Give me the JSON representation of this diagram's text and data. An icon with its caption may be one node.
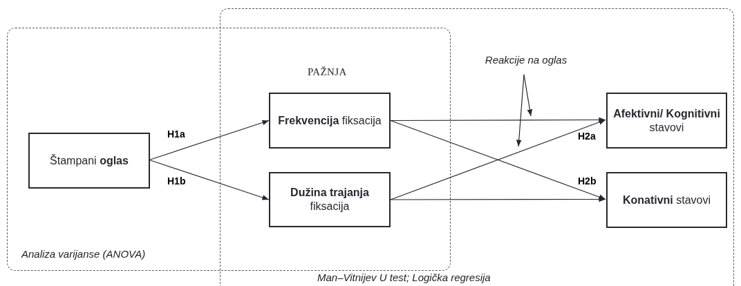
{
  "diagram": {
    "nodes": [
      {
        "text": [
          "Analiza varijanse (ANOVA)"
        ]
      },
      {
        "text": [
          "Man–Vitnijev U test; Logička regresija"
        ]
      },
      {
        "text": [
          "Štampani **oglas**"
        ],
        "in": 0
      },
      {
        "text": [
          "**Frekvencija** fiksacija"
        ]
      },
      {
        "text": [
          "**Dužina trajanja** fiksacija"
        ]
      },
      {
        "text": [
          "**Afektivni/ Kognitivni** stavovi"
        ],
        "in": 1
      },
      {
        "text": [
          "**Konativni** stavovi"
        ],
        "in": 1
      },
      {
        "text": [
          "Reakcije na oglas"
        ],
        "in": 1
      }
    ],
    "edges": [
      {
        "from": 2,
        "to": 3,
        "arrow": "to",
        "label": "H1a"
      },
      {
        "from": 2,
        "to": 4,
        "arrow": "to",
        "label": "H1b"
      },
      {
        "from": 3,
        "to": 5,
        "arrow": "to"
      },
      {
        "from": 3,
        "to": 6,
        "arrow": "to",
        "label": "H2b"
      },
      {
        "from": 4,
        "to": 5,
        "arrow": "to",
        "label": "H2a"
      },
      {
        "from": 4,
        "to": 6,
        "arrow": "to"
      },
      {
        "from": 7,
        "to": null,
        "arrow": "to"
      },
      {
        "from": 7,
        "to": null,
        "arrow": "to"
      }
    ],
    "labels": [
      "PAŽNJA"
    ]
  }
}
